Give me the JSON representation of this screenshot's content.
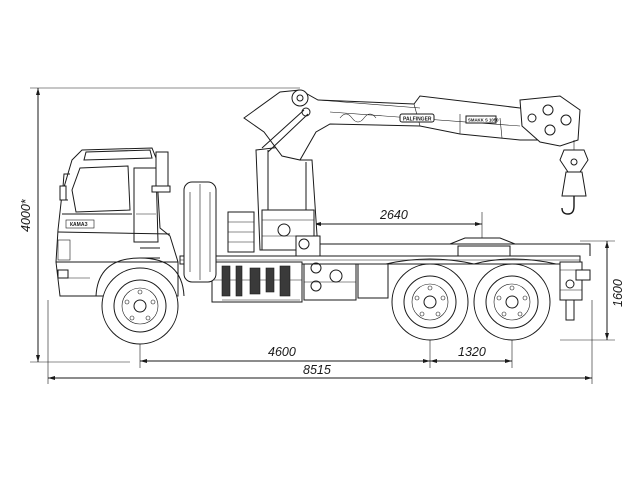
{
  "drawing": {
    "dimensions": {
      "overall_height": "4000*",
      "tail_height": "1600",
      "fifth_wheel_offset": "2640",
      "wheelbase_front": "4600",
      "rear_axle_spacing": "1320",
      "overall_length": "8515"
    },
    "crane": {
      "brand_label": "PALFINGER",
      "model_label": "SMAKK S 1050"
    },
    "colors": {
      "line": "#1a1a1a",
      "background": "#ffffff"
    }
  }
}
